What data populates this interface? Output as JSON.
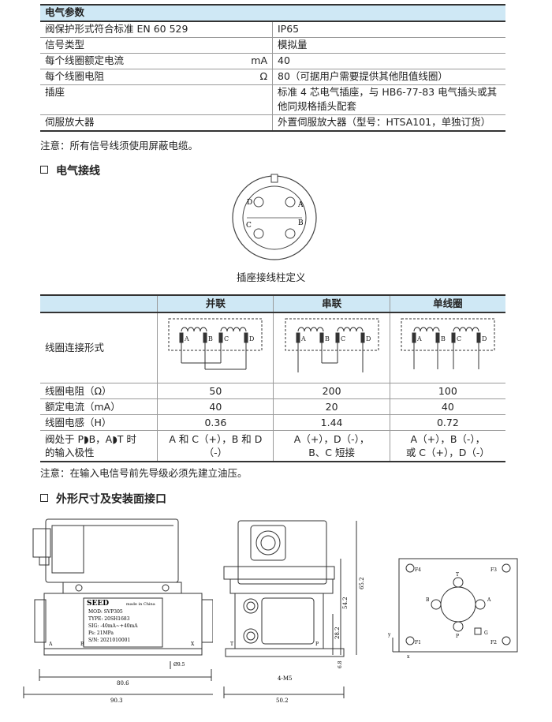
{
  "params_table": {
    "title": "电气参数",
    "rows": [
      {
        "label": "阀保护形式符合标准 EN 60 529",
        "unit": "",
        "value": "IP65"
      },
      {
        "label": "信号类型",
        "unit": "",
        "value": "模拟量"
      },
      {
        "label": "每个线圈额定电流",
        "unit": "mA",
        "value": "40"
      },
      {
        "label": "每个线圈电阻",
        "unit": "Ω",
        "value": "80（可据用户需要提供其他阻值线圈）"
      },
      {
        "label": "插座",
        "unit": "",
        "value_line1": "标准 4 芯电气插座，与 HB6-77-83 电气插头或其",
        "value_line2": "他同规格插头配套"
      },
      {
        "label": "伺服放大器",
        "unit": "",
        "value": "外置伺服放大器（型号：HTSA101，单独订货）"
      }
    ],
    "note": "注意：所有信号线须使用屏蔽电缆。"
  },
  "wiring_section": {
    "heading": "电气接线",
    "connector_caption": "插座接线柱定义",
    "pins": [
      "A",
      "B",
      "C",
      "D"
    ]
  },
  "wiring_table": {
    "headers": [
      "",
      "并联",
      "串联",
      "单线圈"
    ],
    "diagram_row_label": "线圈连接形式",
    "pin_labels": [
      "A",
      "B",
      "C",
      "D"
    ],
    "rows": [
      {
        "label": "线圈电阻（Ω）",
        "values": [
          "50",
          "200",
          "100"
        ]
      },
      {
        "label": "额定电流（mA）",
        "values": [
          "40",
          "20",
          "40"
        ]
      },
      {
        "label": "线圈电感（H）",
        "values": [
          "0.36",
          "1.44",
          "0.72"
        ]
      }
    ],
    "polarity_row": {
      "label_line1": "阀处于 P◗B，A◗T 时",
      "label_line2": "的输入极性",
      "c1": "A 和 C（+），B 和 D（-）",
      "c2_line1": "A（+），D（-），",
      "c2_line2": "B、C 短接",
      "c3_line1": "A（+），B（-），",
      "c3_line2": "或 C（+），D（-）"
    },
    "note": "注意：在输入电信号前先导级必须先建立油压。"
  },
  "dimensions_section": {
    "heading": "外形尺寸及安装面接口",
    "nameplate": {
      "brand": "SEED",
      "made_in": "made in China",
      "lines": [
        "MOD: SVP305",
        "TYPE: 20SH1683",
        "SIG: -40mA~+40mA",
        "Ps: 21MPa",
        "S/N: 2021010001"
      ]
    },
    "front_labels": {
      "a": "A",
      "b": "B",
      "x": "X",
      "dia": "Ø9.5",
      "w1": "80.6",
      "w2": "90.3"
    },
    "side_labels": {
      "h1": "65.2",
      "h2": "54.2",
      "h3": "28.2",
      "h4": "6.8",
      "screws": "4-M5",
      "w": "50.2",
      "t": "T",
      "p": "P"
    },
    "mount_labels": {
      "f1": "F1",
      "f2": "F2",
      "f3": "F3",
      "f4": "F4",
      "t": "T",
      "a": "A",
      "b": "B",
      "p": "P",
      "g": "G",
      "x": "x",
      "y": "y"
    }
  }
}
